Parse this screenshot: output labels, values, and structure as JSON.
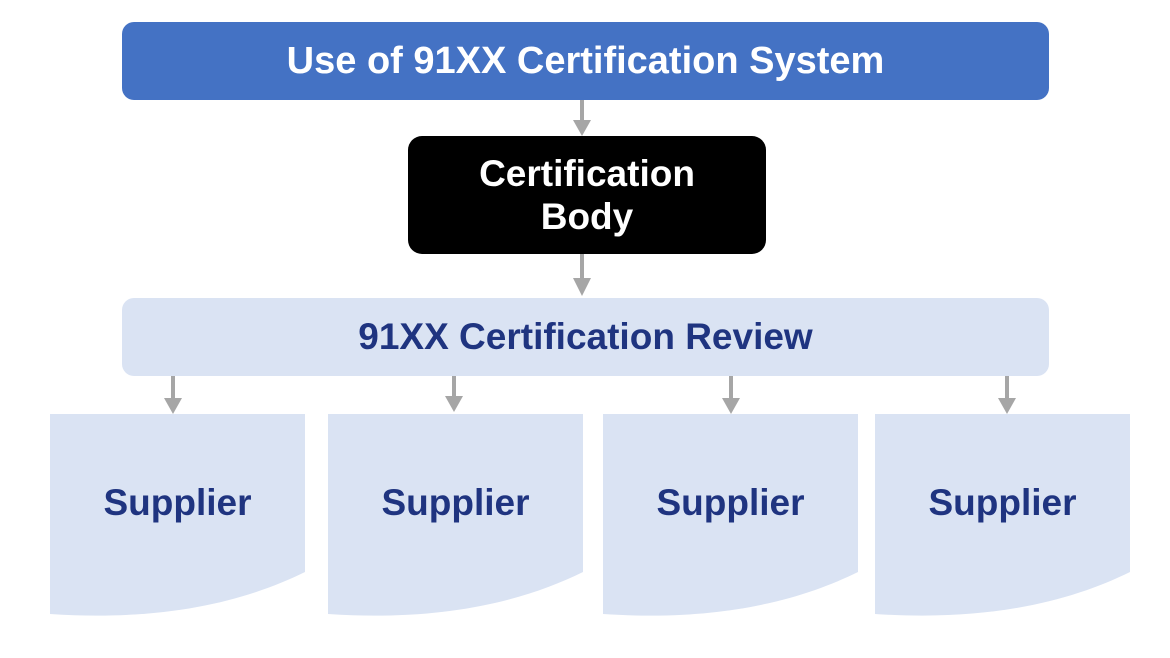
{
  "title": "Use of 91XX Certification System",
  "certification_body": {
    "line1": "Certification",
    "line2": "Body"
  },
  "review": "91XX Certification Review",
  "suppliers": [
    {
      "label": "Supplier"
    },
    {
      "label": "Supplier"
    },
    {
      "label": "Supplier"
    },
    {
      "label": "Supplier"
    }
  ],
  "colors": {
    "title_fill": "#4472c4",
    "body_fill": "#000000",
    "review_fill": "#dae3f3",
    "supplier_fill": "#dae3f3",
    "dark_text": "#1f3480",
    "arrow": "#a6a6a6"
  }
}
